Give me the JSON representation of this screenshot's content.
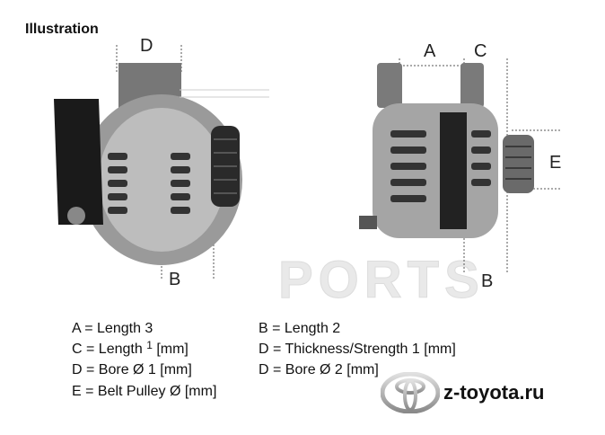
{
  "title": "Illustration",
  "dimension_markers": {
    "left_top": "D",
    "left_bottom": "B",
    "right_top_a": "A",
    "right_top_c": "C",
    "right_side": "E",
    "right_bottom": "B"
  },
  "legend": {
    "col1": [
      "A = Length 3",
      "C = Length",
      "D = Bore Ø 1 [mm]",
      "E = Belt Pulley Ø [mm]"
    ],
    "col1_c_sup": "1",
    "col1_c_unit": "[mm]",
    "col2": [
      "B = Length 2",
      "D = Thickness/Strength 1 [mm]",
      "D = Bore Ø 2 [mm]"
    ]
  },
  "watermark": "PORTS",
  "brand": {
    "site": "z-toyota.ru",
    "logo": "toyota-logo-icon"
  }
}
